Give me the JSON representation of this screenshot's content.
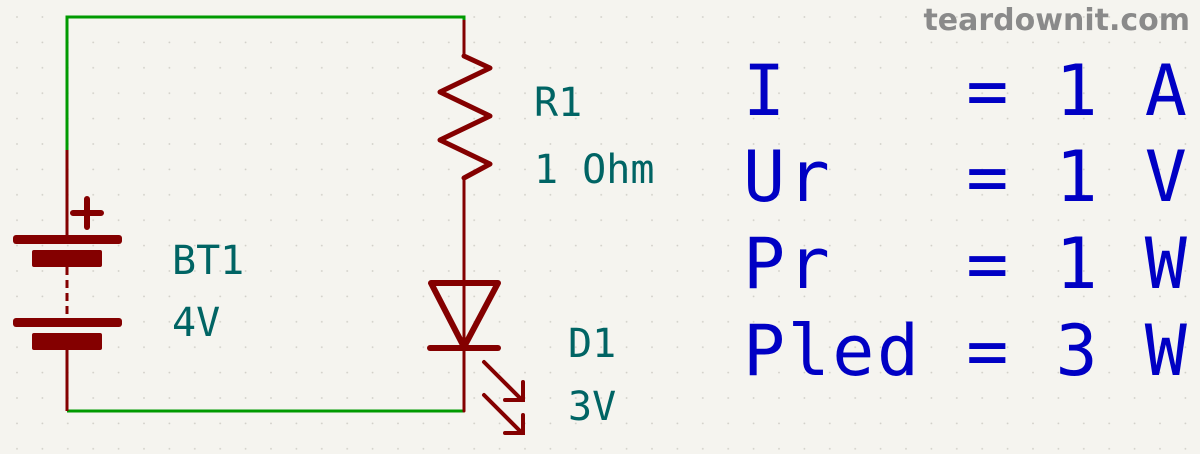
{
  "watermark": "teardownit.com",
  "colors": {
    "background": "#f5f4ef",
    "wire": "#009a00",
    "component": "#840000",
    "reference_text": "#006464",
    "equation_text": "#0000c4"
  },
  "components": {
    "battery": {
      "ref": "BT1",
      "value": "4V",
      "icon": "battery-symbol",
      "polarity_mark": "+"
    },
    "resistor": {
      "ref": "R1",
      "value": "1 Ohm",
      "icon": "resistor-zigzag"
    },
    "led": {
      "ref": "D1",
      "value": "3V",
      "icon": "led-diode"
    }
  },
  "equations": [
    "I    = 1 A",
    "Ur   = 1 V",
    "Pr   = 1 W",
    "Pled = 3 W"
  ]
}
